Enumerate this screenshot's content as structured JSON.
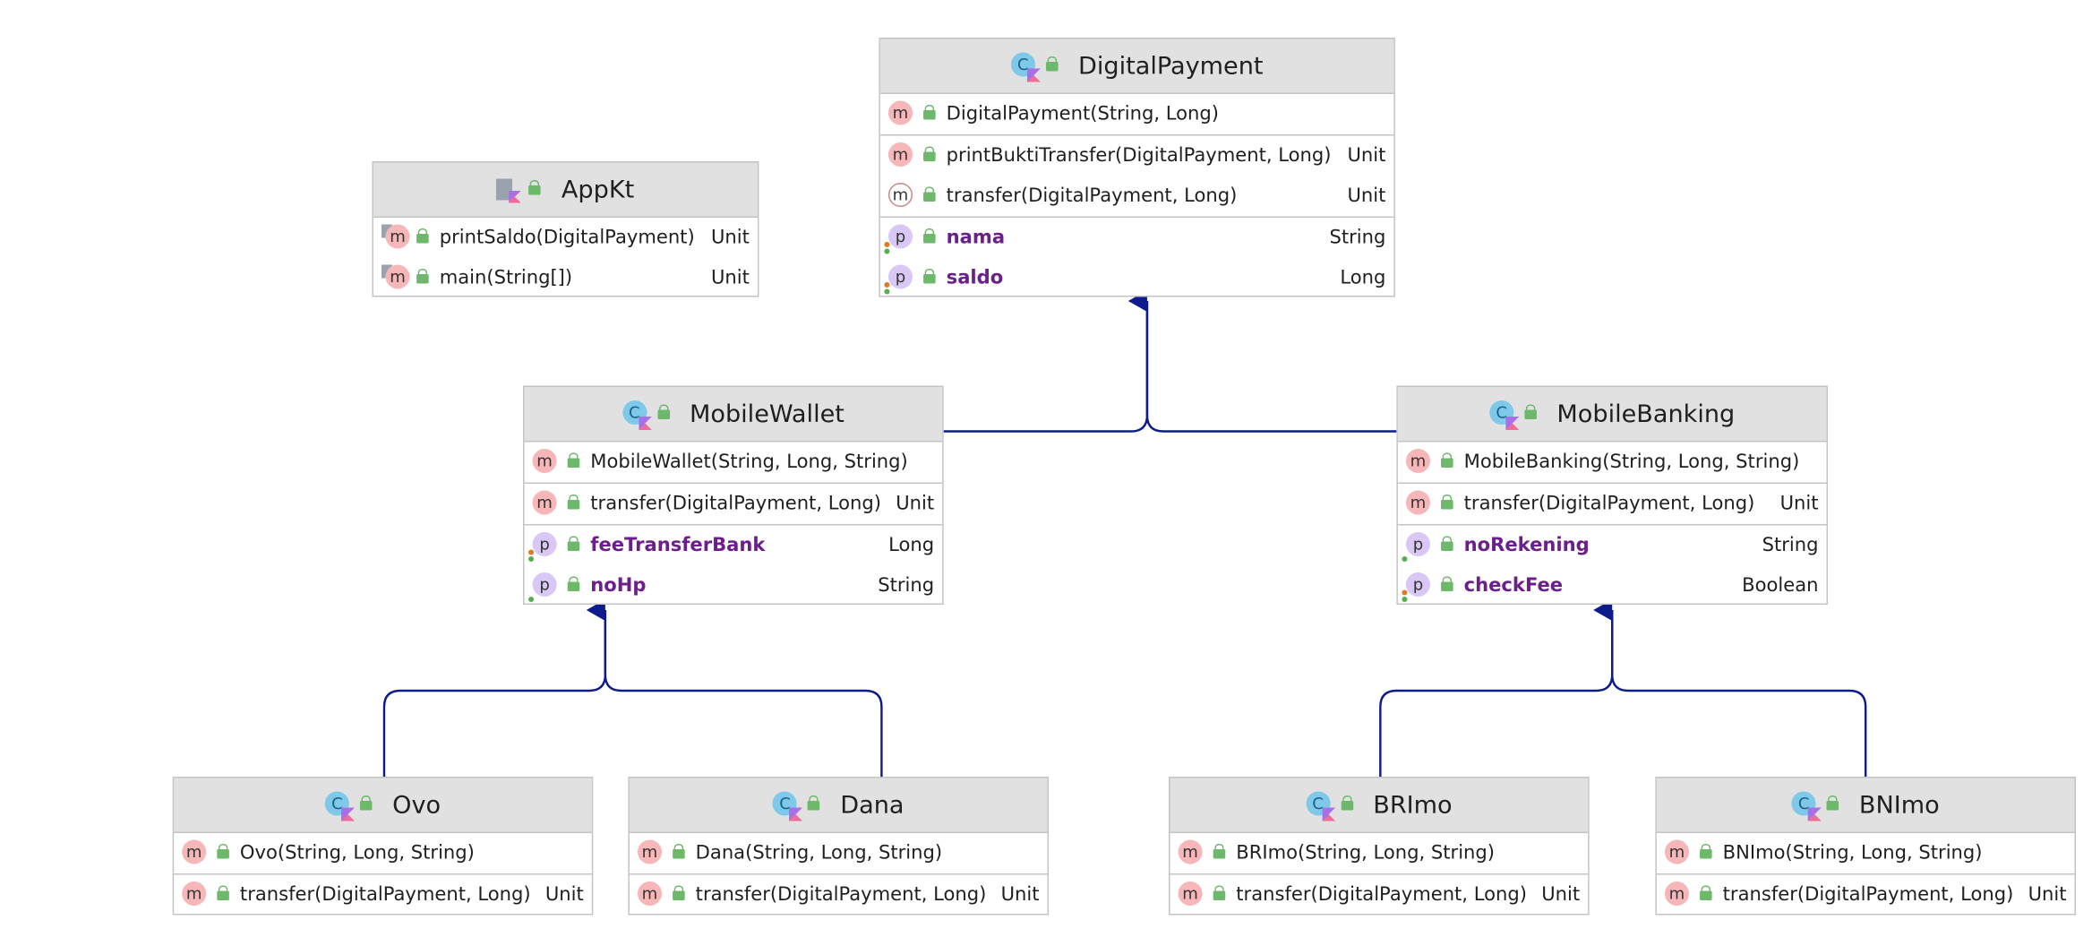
{
  "classes": {
    "digital_payment": {
      "title": "DigitalPayment",
      "methods": [
        {
          "name": "DigitalPayment(String, Long)",
          "type": ""
        },
        {
          "name": "printBuktiTransfer(DigitalPayment, Long)",
          "type": "Unit"
        },
        {
          "name": "transfer(DigitalPayment, Long)",
          "type": "Unit"
        }
      ],
      "props": [
        {
          "name": "nama",
          "type": "String"
        },
        {
          "name": "saldo",
          "type": "Long"
        }
      ]
    },
    "appkt": {
      "title": "AppKt",
      "methods": [
        {
          "name": "printSaldo(DigitalPayment)",
          "type": "Unit"
        },
        {
          "name": "main(String[])",
          "type": "Unit"
        }
      ]
    },
    "mobile_wallet": {
      "title": "MobileWallet",
      "methods": [
        {
          "name": "MobileWallet(String, Long, String)",
          "type": ""
        },
        {
          "name": "transfer(DigitalPayment, Long)",
          "type": "Unit"
        }
      ],
      "props": [
        {
          "name": "feeTransferBank",
          "type": "Long"
        },
        {
          "name": "noHp",
          "type": "String"
        }
      ]
    },
    "mobile_banking": {
      "title": "MobileBanking",
      "methods": [
        {
          "name": "MobileBanking(String, Long, String)",
          "type": ""
        },
        {
          "name": "transfer(DigitalPayment, Long)",
          "type": "Unit"
        }
      ],
      "props": [
        {
          "name": "noRekening",
          "type": "String"
        },
        {
          "name": "checkFee",
          "type": "Boolean"
        }
      ]
    },
    "ovo": {
      "title": "Ovo",
      "methods": [
        {
          "name": "Ovo(String, Long, String)",
          "type": ""
        },
        {
          "name": "transfer(DigitalPayment, Long)",
          "type": "Unit"
        }
      ]
    },
    "dana": {
      "title": "Dana",
      "methods": [
        {
          "name": "Dana(String, Long, String)",
          "type": ""
        },
        {
          "name": "transfer(DigitalPayment, Long)",
          "type": "Unit"
        }
      ]
    },
    "brimo": {
      "title": "BRImo",
      "methods": [
        {
          "name": "BRImo(String, Long, String)",
          "type": ""
        },
        {
          "name": "transfer(DigitalPayment, Long)",
          "type": "Unit"
        }
      ]
    },
    "bnimo": {
      "title": "BNImo",
      "methods": [
        {
          "name": "BNImo(String, Long, String)",
          "type": ""
        },
        {
          "name": "transfer(DigitalPayment, Long)",
          "type": "Unit"
        }
      ]
    }
  },
  "icons": {
    "method_letter": "m",
    "property_letter": "p",
    "class_letter": "C"
  },
  "colors": {
    "edge": "#0d1b8c",
    "property_name": "#6b1f8a",
    "header_bg": "#e1e1e1"
  }
}
